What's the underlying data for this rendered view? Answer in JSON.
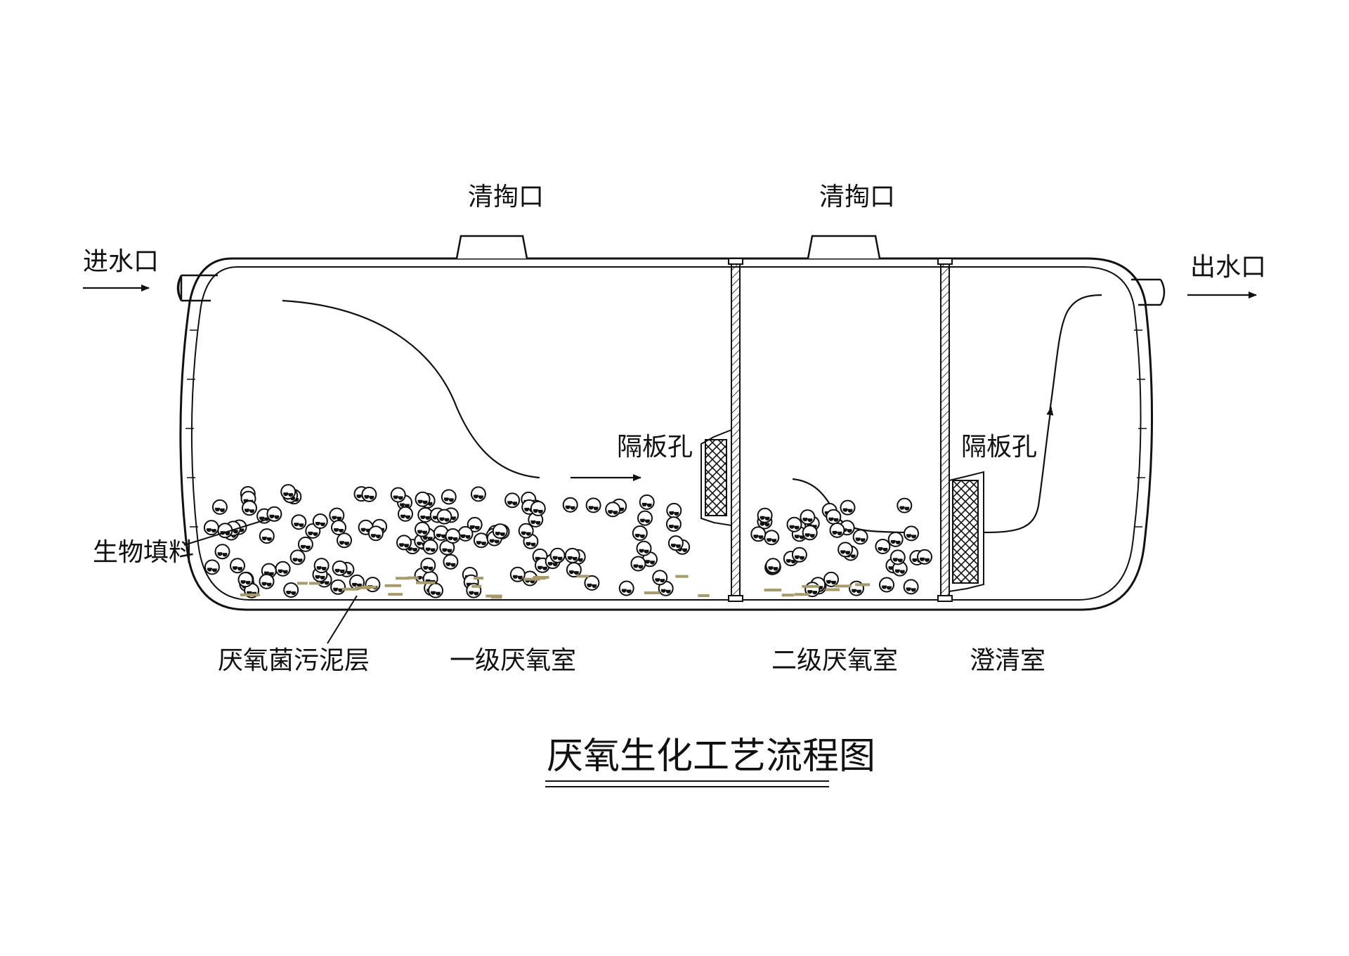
{
  "labels": {
    "inlet": "进水口",
    "outlet": "出水口",
    "cleanout_1": "清掏口",
    "cleanout_2": "清掏口",
    "baffle_hole_1": "隔板孔",
    "baffle_hole_2": "隔板孔",
    "bio_filler": "生物填料",
    "sludge_layer": "厌氧菌污泥层",
    "chamber_1": "一级厌氧室",
    "chamber_2": "二级厌氧室",
    "clarifier": "澄清室"
  },
  "title": "厌氧生化工艺流程图",
  "colors": {
    "line": "#111111",
    "sludge": "#a89a6a",
    "background": "#ffffff"
  }
}
